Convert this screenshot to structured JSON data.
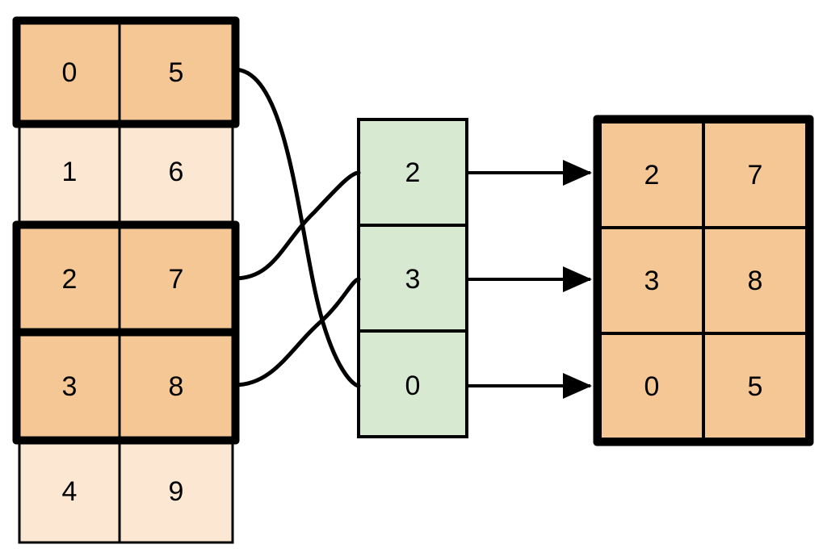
{
  "diagram": {
    "type": "index-gather",
    "background_color": "#ffffff",
    "line_color": "#000000",
    "colors": {
      "selected_row_fill": "#F5C795",
      "unselected_row_fill": "#FCE7D2",
      "index_fill": "#D8E9D2",
      "border": "#000000"
    }
  },
  "source_table": {
    "name": "source-table",
    "columns": 2,
    "rows": [
      {
        "cells": [
          "0",
          "5"
        ],
        "selected": true
      },
      {
        "cells": [
          "1",
          "6"
        ],
        "selected": false
      },
      {
        "cells": [
          "2",
          "7"
        ],
        "selected": true
      },
      {
        "cells": [
          "3",
          "8"
        ],
        "selected": true
      },
      {
        "cells": [
          "4",
          "9"
        ],
        "selected": false
      }
    ]
  },
  "index_vector": {
    "name": "index-vector",
    "columns": 1,
    "rows": [
      {
        "cells": [
          "2"
        ]
      },
      {
        "cells": [
          "3"
        ]
      },
      {
        "cells": [
          "0"
        ]
      }
    ]
  },
  "result_table": {
    "name": "result-table",
    "columns": 2,
    "rows": [
      {
        "cells": [
          "2",
          "7"
        ]
      },
      {
        "cells": [
          "3",
          "8"
        ]
      },
      {
        "cells": [
          "0",
          "5"
        ]
      }
    ]
  },
  "connectors": {
    "curves": [
      {
        "name": "curve-source-row0-to-index2",
        "from_row": 0,
        "to_index": 2
      },
      {
        "name": "curve-source-row2-to-index0",
        "from_row": 2,
        "to_index": 0
      },
      {
        "name": "curve-source-row3-to-index1",
        "from_row": 3,
        "to_index": 1
      }
    ],
    "arrows": [
      {
        "name": "arrow-index0-to-result-row0",
        "from_index": 0,
        "to_row": 0
      },
      {
        "name": "arrow-index1-to-result-row1",
        "from_index": 1,
        "to_row": 1
      },
      {
        "name": "arrow-index2-to-result-row2",
        "from_index": 2,
        "to_row": 2
      }
    ]
  },
  "chart_data": {
    "type": "table",
    "title": "",
    "source_values": [
      [
        "0",
        "5"
      ],
      [
        "1",
        "6"
      ],
      [
        "2",
        "7"
      ],
      [
        "3",
        "8"
      ],
      [
        "4",
        "9"
      ]
    ],
    "source_selected_rows": [
      0,
      2,
      3
    ],
    "index_values": [
      "2",
      "3",
      "0"
    ],
    "result_values": [
      [
        "2",
        "7"
      ],
      [
        "3",
        "8"
      ],
      [
        "0",
        "5"
      ]
    ]
  }
}
